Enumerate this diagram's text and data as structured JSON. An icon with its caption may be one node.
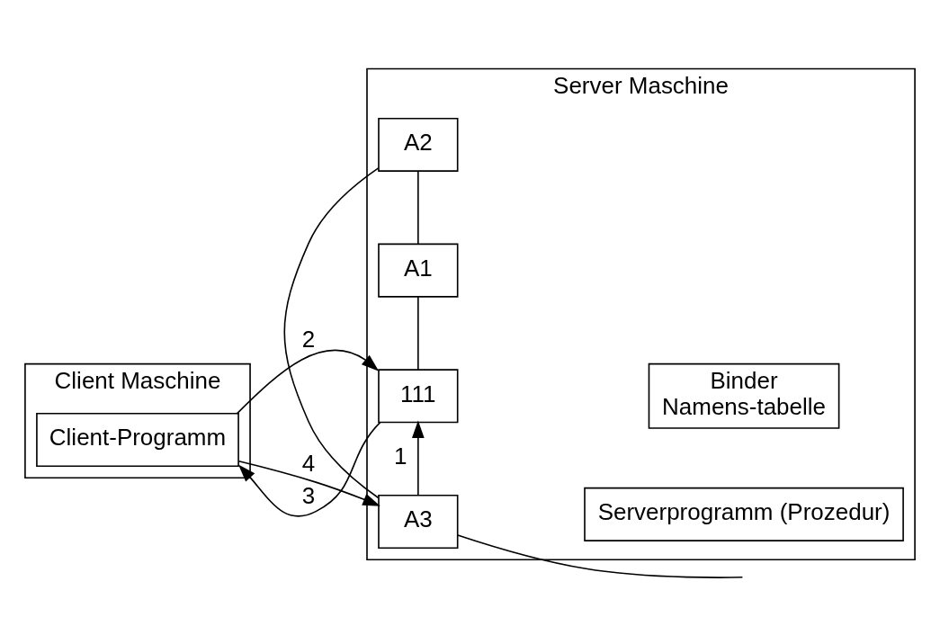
{
  "diagram": {
    "nodes": [
      {
        "text": [
          "Client Maschine"
        ]
      },
      {
        "text": [
          "Client-Programm"
        ],
        "in": 0
      },
      {
        "text": [
          "Server Maschine"
        ]
      },
      {
        "text": [
          "Binder",
          "Namens-tabelle"
        ],
        "in": 2
      },
      {
        "text": [
          "111"
        ],
        "in": 2
      },
      {
        "text": [
          "A1"
        ],
        "in": 2
      },
      {
        "text": [
          "A2"
        ],
        "in": 2
      },
      {
        "text": [
          "A3"
        ],
        "in": 2
      },
      {
        "text": [
          "Serverprogramm (Prozedur)"
        ],
        "in": 2
      }
    ],
    "edges": [
      {
        "from": 1,
        "to": 4,
        "arrow": "to",
        "label": "2"
      },
      {
        "from": 4,
        "to": 1,
        "arrow": "to",
        "label": "3"
      },
      {
        "from": 7,
        "to": 4,
        "arrow": "to",
        "label": "1"
      },
      {
        "from": 1,
        "to": 7,
        "arrow": "to",
        "label": "4"
      },
      {
        "from": 4,
        "to": 5,
        "arrow": "none"
      },
      {
        "from": 5,
        "to": 6,
        "arrow": "none"
      },
      {
        "from": 6,
        "to": 7,
        "arrow": "none"
      },
      {
        "from": 7,
        "to": null,
        "arrow": "none"
      }
    ]
  }
}
